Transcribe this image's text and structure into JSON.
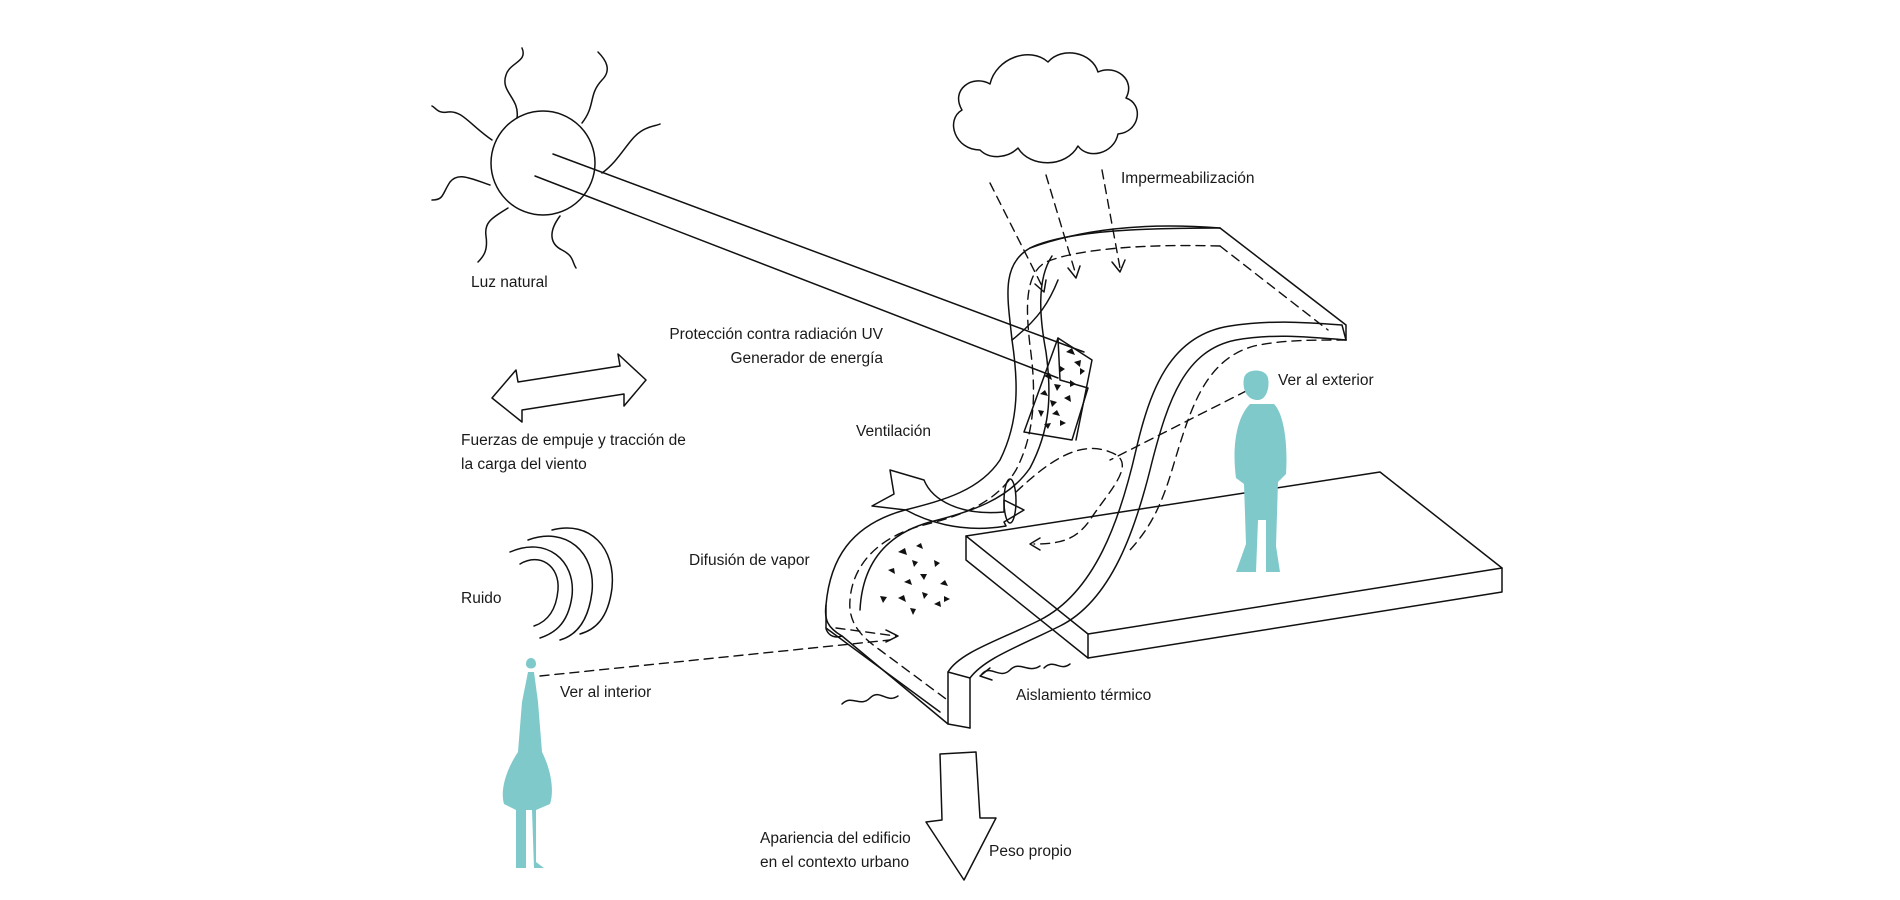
{
  "colors": {
    "line": "#111111",
    "figure": "#7fc9cb",
    "background": "#ffffff"
  },
  "labels": {
    "natural_light": "Luz natural",
    "uv_protection": "Protección contra radiación UV",
    "energy_generator": "Generador de energía",
    "wind_line1": "Fuerzas de empuje y tracción de",
    "wind_line2": "la carga del viento",
    "ventilation": "Ventilación",
    "waterproofing": "Impermeabilización",
    "view_outside": "Ver al exterior",
    "vapor_diffusion": "Difusión de vapor",
    "noise": "Ruido",
    "view_inside": "Ver al interior",
    "thermal_insulation": "Aislamiento térmico",
    "appearance_line1": "Apariencia del edificio",
    "appearance_line2": "en el contexto urbano",
    "self_weight": "Peso propio"
  },
  "icons": [
    "sun-icon",
    "cloud-icon",
    "double-arrow-icon",
    "sound-waves-icon",
    "down-arrow-icon",
    "ventilation-arrow-icon",
    "person-icon"
  ]
}
